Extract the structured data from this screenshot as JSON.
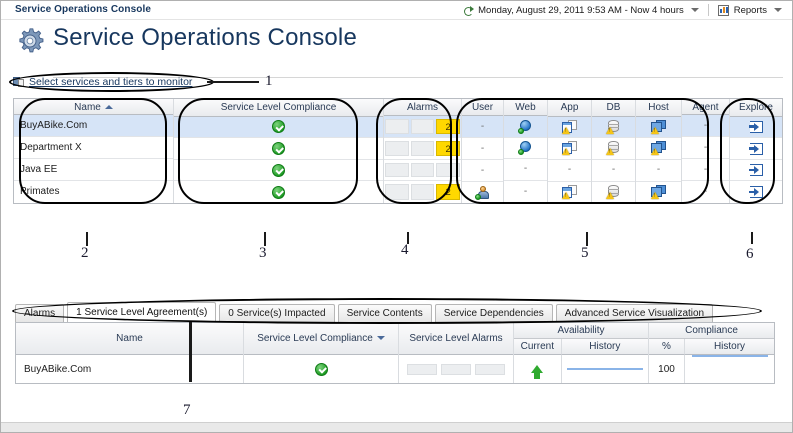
{
  "window": {
    "title": "Service Operations Console"
  },
  "titlebar": {
    "timerange": "Monday, August 29, 2011 9:53 AM - Now 4 hours",
    "reports_label": "Reports",
    "clock_icon": "clock-icon",
    "reports_icon": "report-icon",
    "caret_icon": "chevron-down-icon"
  },
  "page": {
    "heading": "Service Operations Console",
    "gear_icon": "gear-icon"
  },
  "toolbar": {
    "select_link": "Select services and tiers to monitor",
    "select_icon": "services-tiers-icon"
  },
  "top_grid": {
    "columns": {
      "name": "Name",
      "compliance": "Service Level Compliance",
      "alarms": "Alarms",
      "user": "User",
      "web": "Web",
      "app": "App",
      "db": "DB",
      "host": "Host",
      "agent": "Agent",
      "explore": "Explore"
    },
    "sort": {
      "column": "Name",
      "direction": "asc"
    },
    "rows": [
      {
        "name": "BuyABike.Com",
        "selected": true,
        "compliance": "ok",
        "alarms": [
          "empty",
          "empty",
          "2"
        ],
        "user": "-",
        "web": "globe-ok",
        "app": "app-warn",
        "db": "db-warn",
        "host": "host-warn",
        "agent": "-",
        "explore": "explore-icon"
      },
      {
        "name": "Department X",
        "selected": false,
        "compliance": "ok",
        "alarms": [
          "empty",
          "empty",
          "2"
        ],
        "user": "-",
        "web": "globe-ok",
        "app": "app-warn",
        "db": "db-warn",
        "host": "host-warn",
        "agent": "-",
        "explore": "explore-icon"
      },
      {
        "name": "Java EE",
        "selected": false,
        "compliance": "ok",
        "alarms": [
          "empty",
          "empty",
          "empty"
        ],
        "user": "-",
        "web": "-",
        "app": "-",
        "db": "-",
        "host": "-",
        "agent": "-",
        "explore": "explore-icon"
      },
      {
        "name": "Primates",
        "selected": false,
        "compliance": "ok",
        "alarms": [
          "empty",
          "empty",
          "2"
        ],
        "user": "user-ok",
        "web": "-",
        "app": "app-warn",
        "db": "db-warn",
        "host": "host-warn",
        "agent": "-",
        "explore": "explore-icon"
      }
    ]
  },
  "tabs": [
    {
      "label": "Alarms",
      "active": false
    },
    {
      "label": "1 Service Level Agreement(s)",
      "active": true
    },
    {
      "label": "0 Service(s) Impacted",
      "active": false
    },
    {
      "label": "Service Contents",
      "active": false
    },
    {
      "label": "Service Dependencies",
      "active": false
    },
    {
      "label": "Advanced Service Visualization",
      "active": false
    }
  ],
  "bottom_grid": {
    "columns": {
      "name": "Name",
      "compliance": "Service Level Compliance",
      "sla_alarms": "Service Level Alarms",
      "availability_group": "Availability",
      "availability_current": "Current",
      "availability_history": "History",
      "compliance_group": "Compliance",
      "compliance_pct": "%",
      "compliance_history": "History"
    },
    "sort": {
      "column": "Service Level Compliance",
      "direction": "desc"
    },
    "rows": [
      {
        "name": "BuyABike.Com",
        "compliance": "ok",
        "sla_alarms": [
          "empty",
          "empty",
          "empty"
        ],
        "availability_current": "arrow-up",
        "availability_history": "sparkline",
        "compliance_pct": "100",
        "compliance_history": "sparkline"
      }
    ]
  },
  "callouts": [
    {
      "id": "1",
      "label": "1"
    },
    {
      "id": "2",
      "label": "2"
    },
    {
      "id": "3",
      "label": "3"
    },
    {
      "id": "4",
      "label": "4"
    },
    {
      "id": "5",
      "label": "5"
    },
    {
      "id": "6",
      "label": "6"
    },
    {
      "id": "7",
      "label": "7"
    }
  ],
  "colors": {
    "title_blue": "#17375e",
    "alarm_yellow": "#ffd800",
    "ok_green": "#1f9c25",
    "selection_blue": "#d6e4f7",
    "accent_link": "#2a5fa8"
  }
}
